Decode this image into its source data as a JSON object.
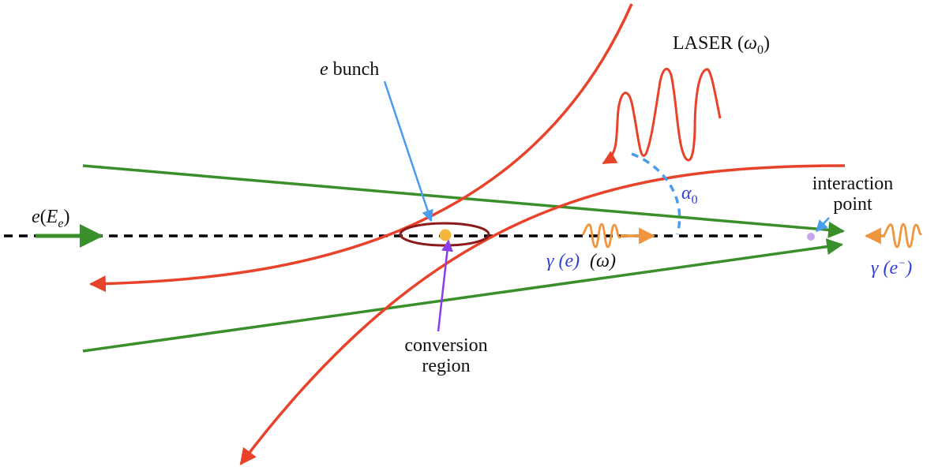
{
  "labels": {
    "laser_prefix": "LASER (",
    "laser_omega": "ω",
    "laser_sub": "0",
    "laser_suffix": ")",
    "e_bunch_e": "e",
    "e_bunch_word": " bunch",
    "electron_e": "e",
    "electron_open": "(",
    "electron_E": "E",
    "electron_sub": "e",
    "electron_close": ")",
    "alpha": "α",
    "alpha_sub": "0",
    "interaction_line1": "interaction",
    "interaction_line2": "point",
    "gamma_e_left": "γ (e)",
    "gamma_omega": "(ω)",
    "gamma_e_right_prefix": "γ (e",
    "gamma_e_right_sup": "−",
    "gamma_e_right_suffix": ")",
    "conversion_line1": "conversion",
    "conversion_line2": "region"
  },
  "colors": {
    "laser": "#e8432a",
    "beam": "#3a8f2a",
    "axis": "#000000",
    "photon": "#f0953b",
    "annotation_blue": "#4a9cec",
    "annotation_purple": "#8a3ee8",
    "bunch_ellipse": "#8b1a1a",
    "bunch_dot": "#f5b73b",
    "ip_dot": "#c8a6ec",
    "greek_blue": "#2f3fd6"
  }
}
